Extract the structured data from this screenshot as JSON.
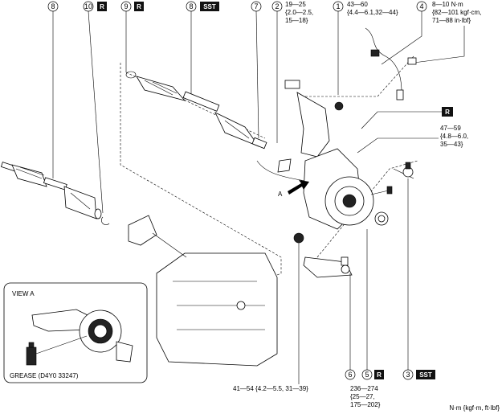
{
  "callouts": [
    {
      "num": "8"
    },
    {
      "num": "10",
      "tag": "R"
    },
    {
      "num": "9",
      "tag": "R"
    },
    {
      "num": "8",
      "tag": "SST"
    },
    {
      "num": "7"
    },
    {
      "num": "2"
    },
    {
      "num": "1"
    },
    {
      "num": "4"
    },
    {
      "num": "6"
    },
    {
      "num": "5",
      "tag": "R"
    },
    {
      "num": "3",
      "tag": "SST"
    }
  ],
  "torque": {
    "t2": [
      "19—25",
      "{2.0—2.5,",
      "15—18}"
    ],
    "t1": [
      "43—60",
      "{4.4—6.1,32—44}"
    ],
    "t4": [
      "8—10 N·m",
      "{82—101 kgf·cm,",
      "71—88 in·lbf}"
    ],
    "t3": [
      "47—59",
      "{4.8—6.0,",
      "35—43}"
    ],
    "t6": "41—54 {4.2—5.5, 31—39}",
    "t5": [
      "236—274",
      "{25—27,",
      "175—202}"
    ]
  },
  "r_tag_mid": "R",
  "view_a": {
    "title": "VIEW A",
    "grease": "GREASE (D4Y0 33247)"
  },
  "arrow_label": "A",
  "units": "N·m {kgf·m, ft·lbf}"
}
